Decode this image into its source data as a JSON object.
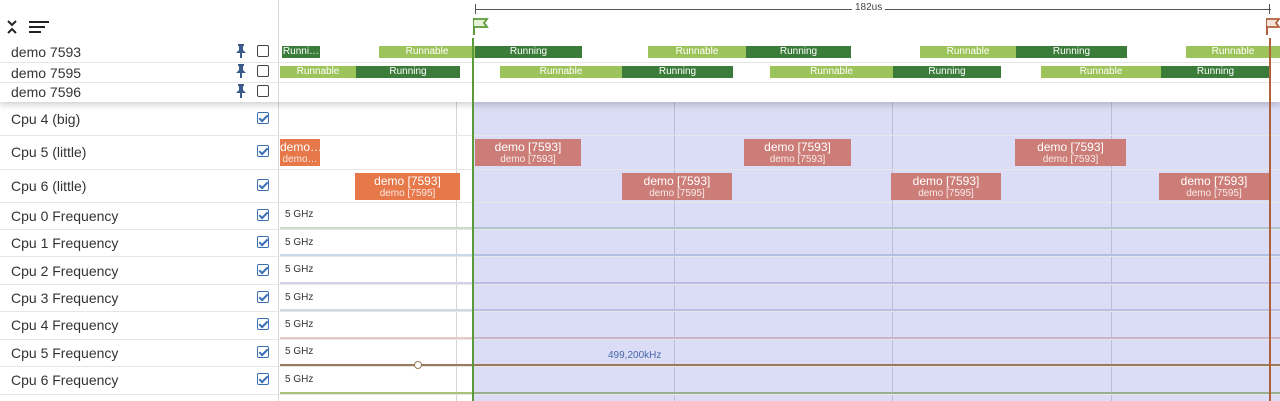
{
  "toolbar": {
    "collapse_icon": "collapse-all-icon",
    "menu_icon": "sort-lines-icon"
  },
  "ruler": {
    "span_label": "182us"
  },
  "pinned_tracks": [
    {
      "label": "demo 7593"
    },
    {
      "label": "demo 7595"
    },
    {
      "label": "demo 7596"
    }
  ],
  "thread_states": {
    "demo_7593": [
      "Runni…",
      "Runnable",
      "Running",
      "Runnable",
      "Running",
      "Runnable",
      "Running",
      "Runnable"
    ],
    "demo_7595": [
      "Runnable",
      "Running",
      "Runnable",
      "Running",
      "Runnable",
      "Running",
      "Runnable",
      "Running"
    ]
  },
  "cpu_tracks": [
    {
      "label": "Cpu 4 (big)"
    },
    {
      "label": "Cpu 5 (little)"
    },
    {
      "label": "Cpu 6 (little)"
    }
  ],
  "cpu5_slices": [
    {
      "title": "demo…",
      "sub": "demo…"
    },
    {
      "title": "demo [7593]",
      "sub": "demo [7593]"
    },
    {
      "title": "demo [7593]",
      "sub": "demo [7593]"
    },
    {
      "title": "demo [7593]",
      "sub": "demo [7593]"
    }
  ],
  "cpu6_slices": [
    {
      "title": "demo [7593]",
      "sub": "demo [7595]"
    },
    {
      "title": "demo [7593]",
      "sub": "demo [7595]"
    },
    {
      "title": "demo [7593]",
      "sub": "demo [7595]"
    },
    {
      "title": "demo [7593]",
      "sub": "demo [7595]"
    }
  ],
  "freq_tracks": [
    {
      "label": "Cpu 0 Frequency",
      "scale": "5 GHz"
    },
    {
      "label": "Cpu 1 Frequency",
      "scale": "5 GHz"
    },
    {
      "label": "Cpu 2 Frequency",
      "scale": "5 GHz"
    },
    {
      "label": "Cpu 3 Frequency",
      "scale": "5 GHz"
    },
    {
      "label": "Cpu 4 Frequency",
      "scale": "5 GHz"
    },
    {
      "label": "Cpu 5 Frequency",
      "scale": "5 GHz"
    },
    {
      "label": "Cpu 6 Frequency",
      "scale": "5 GHz"
    }
  ],
  "freq_tooltip": "499,200kHz",
  "colors": {
    "runnable": "#9dc35b",
    "running": "#3b7c3a",
    "slice": "#cd7d78",
    "slice_highlight": "#e6784a",
    "selection": "#6e78dc",
    "marker_start": "#5b9a3a",
    "marker_end": "#b0603a"
  }
}
